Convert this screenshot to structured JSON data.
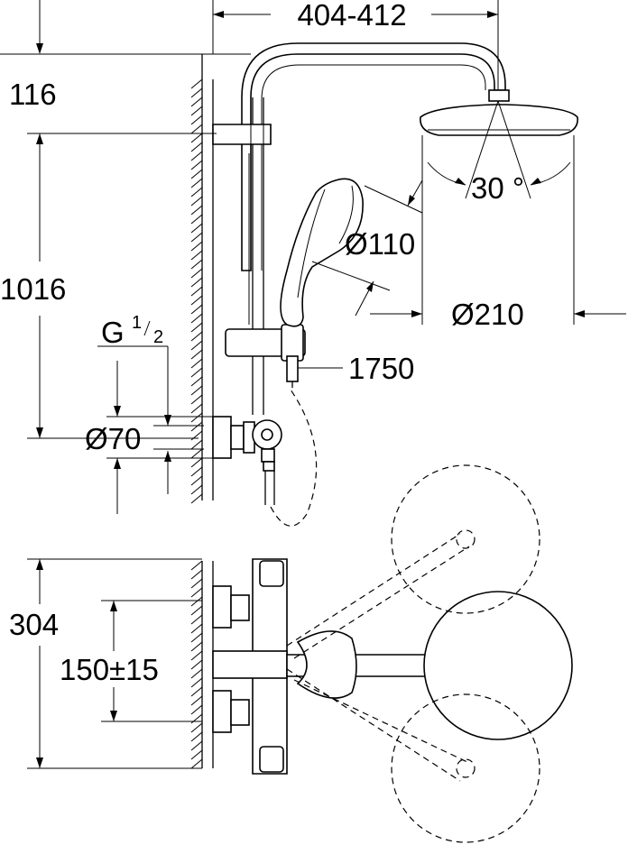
{
  "dimensions": {
    "width_top": "404-412",
    "top_height": "116",
    "rail_height": "1016",
    "connection_thread": "G",
    "thread_num": "1",
    "thread_den": "2",
    "escutcheon_diameter": "Ø70",
    "hand_shower_diameter": "Ø110",
    "head_shower_diameter": "Ø210",
    "hose_length": "1750",
    "head_tilt_angle": "30 °",
    "thermostat_height": "304",
    "connection_spacing": "150±15"
  }
}
